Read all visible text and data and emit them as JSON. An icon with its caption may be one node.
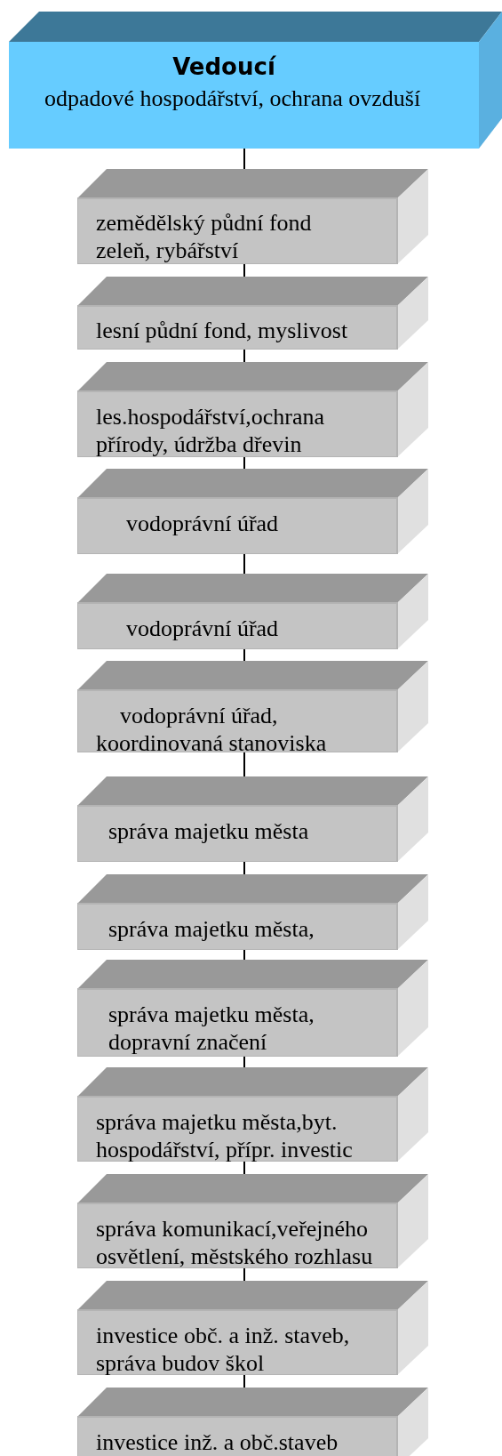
{
  "diagram": {
    "nodes": [
      {
        "text": [
          "Vedoucí",
          "odpadové hospodářství, ochrana ovzduší"
        ]
      },
      {
        "text": [
          "zemědělský půdní fond zeleň, rybářství"
        ]
      },
      {
        "text": [
          "lesní půdní fond, myslivost"
        ]
      },
      {
        "text": [
          "les.hospodářství,ochrana přírody, údržba dřevin"
        ]
      },
      {
        "text": [
          "vodoprávní úřad"
        ]
      },
      {
        "text": [
          "vodoprávní úřad"
        ]
      },
      {
        "text": [
          "vodoprávní úřad, koordinovaná stanoviska"
        ]
      },
      {
        "text": [
          "správa majetku města"
        ]
      },
      {
        "text": [
          "správa majetku města,"
        ]
      },
      {
        "text": [
          "správa majetku města, dopravní značení"
        ]
      },
      {
        "text": [
          "správa majetku města,byt. hospodářství, přípr. investic"
        ]
      },
      {
        "text": [
          "správa komunikací,veřejného osvětlení, městského rozhlasu"
        ]
      },
      {
        "text": [
          "investice obč. a inž. staveb, správa budov škol"
        ]
      },
      {
        "text": [
          "investice inž. a obč.staveb"
        ]
      }
    ],
    "edges": [
      {
        "from": 0,
        "to": 1,
        "arrow": "none"
      },
      {
        "from": 1,
        "to": 2,
        "arrow": "none"
      },
      {
        "from": 2,
        "to": 3,
        "arrow": "none"
      },
      {
        "from": 3,
        "to": 4,
        "arrow": "none"
      },
      {
        "from": 4,
        "to": 5,
        "arrow": "none"
      },
      {
        "from": 5,
        "to": 6,
        "arrow": "none"
      },
      {
        "from": 6,
        "to": 7,
        "arrow": "none"
      },
      {
        "from": 7,
        "to": 8,
        "arrow": "none"
      },
      {
        "from": 8,
        "to": 9,
        "arrow": "none"
      },
      {
        "from": 9,
        "to": 10,
        "arrow": "none"
      },
      {
        "from": 10,
        "to": 11,
        "arrow": "none"
      },
      {
        "from": 11,
        "to": 12,
        "arrow": "none"
      },
      {
        "from": 12,
        "to": 13,
        "arrow": "none"
      }
    ]
  }
}
